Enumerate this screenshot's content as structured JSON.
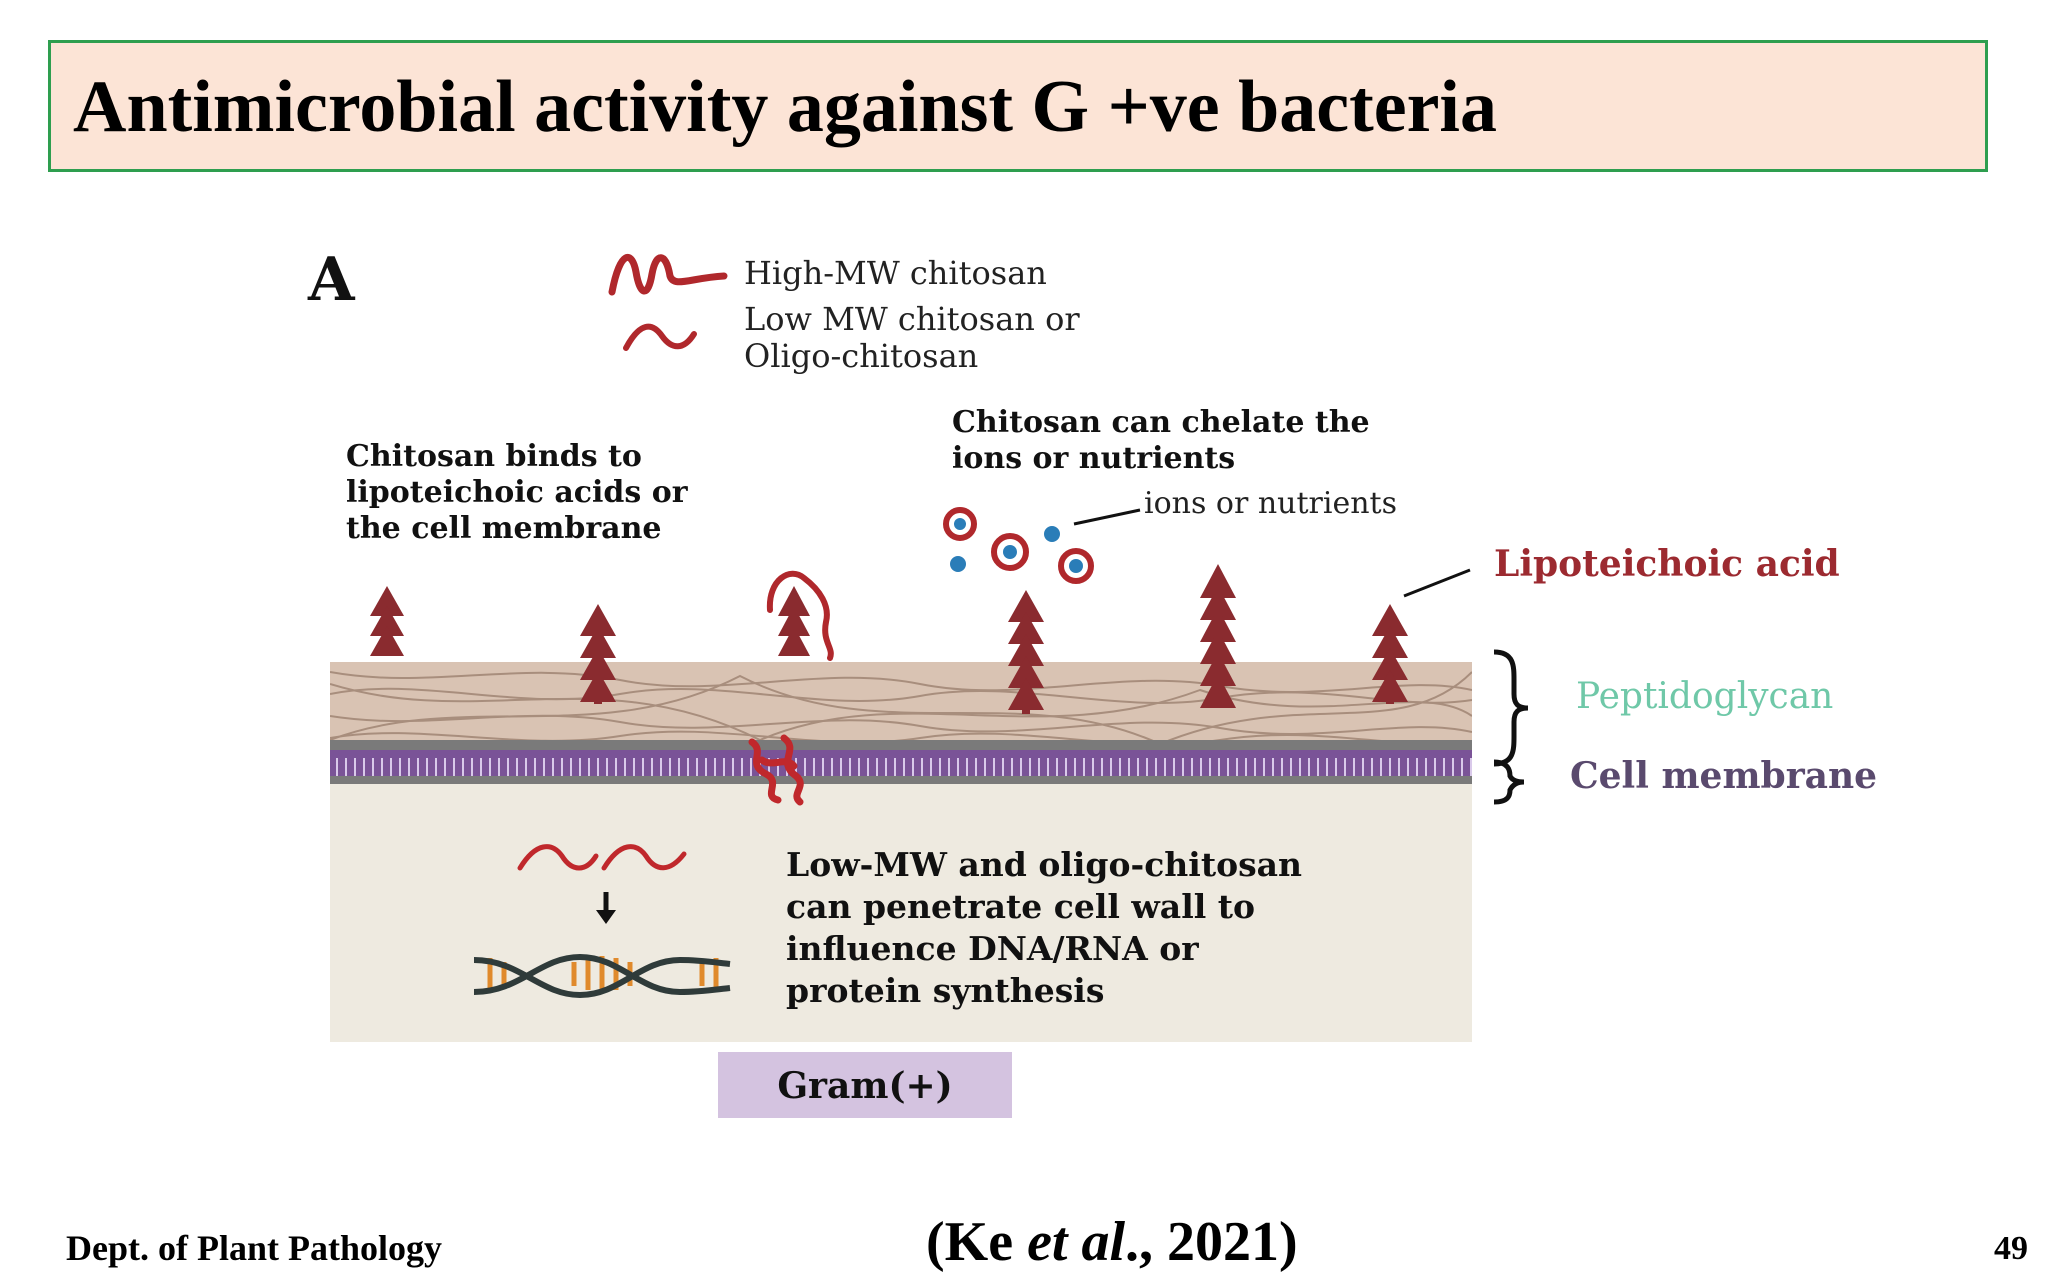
{
  "slide": {
    "title": "Antimicrobial activity against G +ve bacteria",
    "footer": {
      "dept": "Dept. of Plant Pathology",
      "citation_open": "(Ke ",
      "citation_etal": "et al",
      "citation_close": "., 2021)",
      "page_number": "49"
    }
  },
  "figure": {
    "panel_letter": "A",
    "legend": {
      "high_mw": "High-MW chitosan",
      "low_mw_line1": "Low MW chitosan or",
      "low_mw_line2": "Oligo-chitosan"
    },
    "annotations": {
      "binds": [
        "Chitosan binds to",
        "lipoteichoic acids or",
        "the cell membrane"
      ],
      "chelate": [
        "Chitosan can chelate the",
        "ions or nutrients"
      ],
      "ions": "ions or nutrients",
      "penetrate": [
        "Low-MW and oligo-chitosan",
        "can penetrate cell wall to",
        "influence DNA/RNA or",
        "protein synthesis"
      ]
    },
    "layers": {
      "lipoteichoic": "Lipoteichoic acid",
      "peptidoglycan": "Peptidoglycan",
      "membrane": "Cell membrane"
    },
    "gram_label": "Gram(+)",
    "colors": {
      "chitosan": "#b0282c",
      "lipoteichoic_text": "#9c2a30",
      "peptidoglycan_text": "#6fc8a8",
      "membrane": "#6e4a8e",
      "membrane_text": "#5a4a6e",
      "cell_wall": "#d9c3b3",
      "cytoplasm": "#eeeae0",
      "gram_box": "#d4c3e0",
      "ions": "#2a7db8",
      "title_bg": "#fce4d6",
      "title_border": "#2e9e4f"
    }
  }
}
